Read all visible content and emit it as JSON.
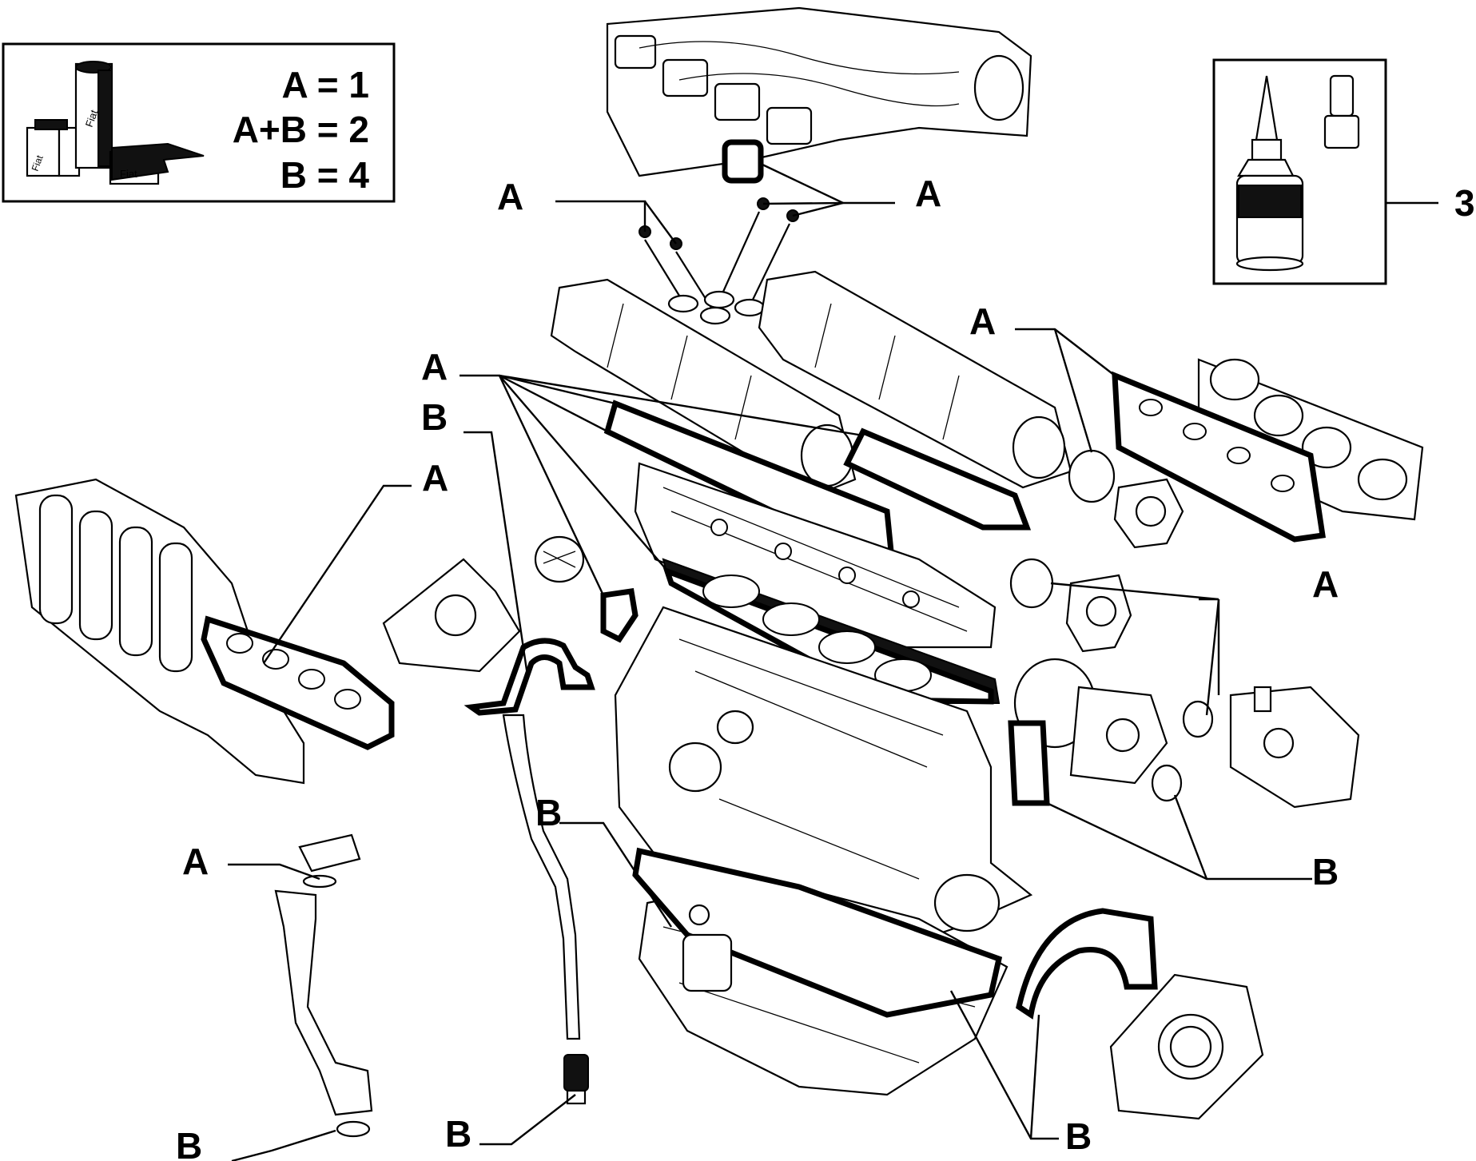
{
  "legend": {
    "line1": "A = 1",
    "line2": "A+B = 2",
    "line3": "B = 4",
    "logo_text": "Fiat"
  },
  "sealant_callout": "3",
  "callout_labels": {
    "a_valve_left": "A",
    "a_valve_right": "A",
    "a_exhaust": "A",
    "a_head": "A",
    "b_timing": "B",
    "a_intake_left": "A",
    "a_pump": "A",
    "a_dipstick": "A",
    "b_oilpan": "B",
    "b_thermo": "B",
    "b_drain": "B",
    "b_dipstick": "B",
    "b_sump": "B"
  },
  "colors": {
    "line": "#000000",
    "background": "#ffffff"
  }
}
